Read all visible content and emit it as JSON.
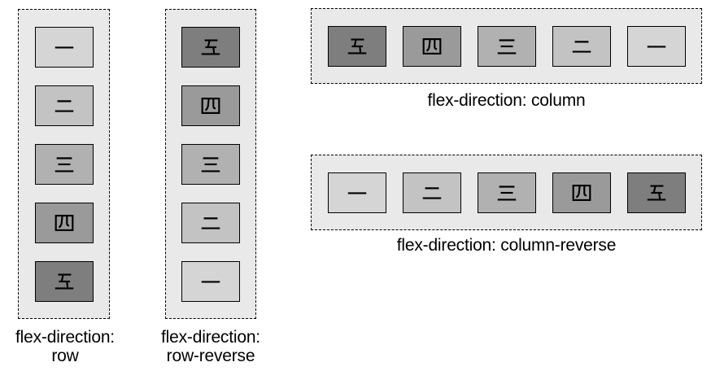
{
  "figure": {
    "background": "#ffffff",
    "container_fill": "#e9e9e9",
    "container_border_color": "#000000",
    "item_border_color": "#000000",
    "text_color": "#000000"
  },
  "numeral_fills": {
    "one": "#d5d5d5",
    "two": "#c3c3c3",
    "three": "#b1b1b1",
    "four": "#9a9a9a",
    "five": "#7e7e7e"
  },
  "examples": {
    "row": {
      "caption_line1": "flex-direction:",
      "caption_line2": "row",
      "items": [
        {
          "text": "一",
          "fill": "#d5d5d5"
        },
        {
          "text": "二",
          "fill": "#c3c3c3"
        },
        {
          "text": "三",
          "fill": "#b1b1b1"
        },
        {
          "text": "四",
          "fill": "#9a9a9a"
        },
        {
          "text": "五",
          "fill": "#7e7e7e"
        }
      ]
    },
    "row_reverse": {
      "caption_line1": "flex-direction:",
      "caption_line2": "row-reverse",
      "items": [
        {
          "text": "五",
          "fill": "#7e7e7e"
        },
        {
          "text": "四",
          "fill": "#9a9a9a"
        },
        {
          "text": "三",
          "fill": "#b1b1b1"
        },
        {
          "text": "二",
          "fill": "#c3c3c3"
        },
        {
          "text": "一",
          "fill": "#d5d5d5"
        }
      ]
    },
    "column": {
      "caption": "flex-direction: column",
      "items": [
        {
          "text": "五",
          "fill": "#7e7e7e"
        },
        {
          "text": "四",
          "fill": "#9a9a9a"
        },
        {
          "text": "三",
          "fill": "#b1b1b1"
        },
        {
          "text": "二",
          "fill": "#c3c3c3"
        },
        {
          "text": "一",
          "fill": "#d5d5d5"
        }
      ]
    },
    "column_reverse": {
      "caption": "flex-direction: column-reverse",
      "items": [
        {
          "text": "一",
          "fill": "#d5d5d5"
        },
        {
          "text": "二",
          "fill": "#c3c3c3"
        },
        {
          "text": "三",
          "fill": "#b1b1b1"
        },
        {
          "text": "四",
          "fill": "#9a9a9a"
        },
        {
          "text": "五",
          "fill": "#7e7e7e"
        }
      ]
    }
  }
}
